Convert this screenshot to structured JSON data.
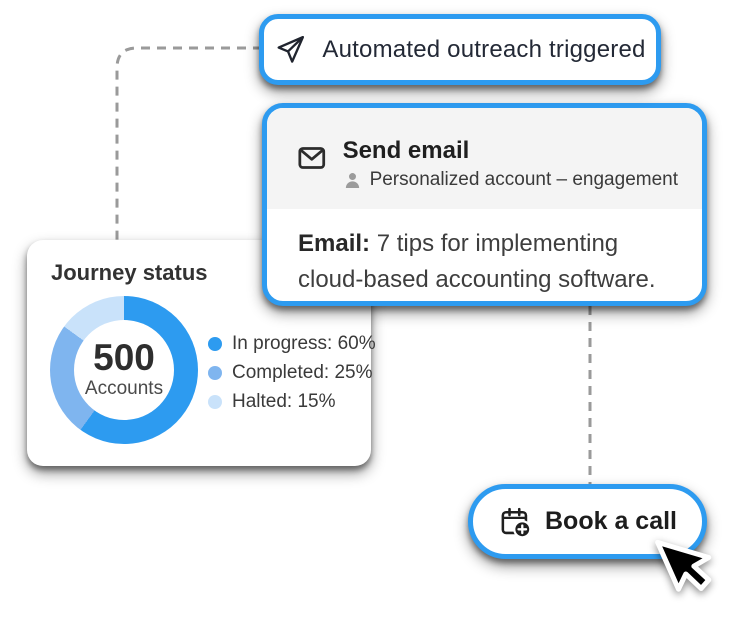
{
  "colors": {
    "accent_blue": "#2d9bf0",
    "card_header_gray": "#f4f4f4",
    "connector_gray": "#9a9a9a",
    "text_dark": "#232936",
    "text_body": "#3e3e3e"
  },
  "trigger_pill": {
    "label": "Automated outreach triggered",
    "icon": "send-icon"
  },
  "email_card": {
    "icon": "envelope-icon",
    "title": "Send email",
    "audience_icon": "person-icon",
    "audience": "Personalized account – engagement",
    "body_label": "Email:",
    "body_text": " 7 tips for implementing cloud-based accounting software."
  },
  "journey_card": {
    "title": "Journey status",
    "center_value": "500",
    "center_label": "Accounts"
  },
  "chart_data": {
    "type": "pie",
    "donut": true,
    "title": "Journey status",
    "center_value": "500",
    "center_label": "Accounts",
    "start_angle_deg": 0,
    "direction": "clockwise",
    "legend_position": "right",
    "slices": [
      {
        "label": "In progress",
        "value": 60,
        "color": "#2d9bf0"
      },
      {
        "label": "Completed",
        "value": 25,
        "color": "#7fb5ef"
      },
      {
        "label": "Halted",
        "value": 15,
        "color": "#c9e2fa"
      }
    ]
  },
  "book_call_pill": {
    "label": "Book a call",
    "icon": "calendar-plus-icon"
  }
}
